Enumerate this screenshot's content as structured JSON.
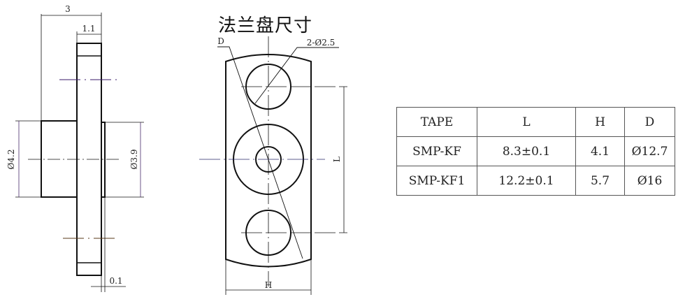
{
  "title": "法兰盘尺寸",
  "side_view": {
    "dim_length": "3",
    "dim_flange": "1.1",
    "dim_hub_left": "Ø4.2",
    "dim_hub_right": "Ø3.9",
    "dim_gap": "0.1"
  },
  "front_view": {
    "label_d": "D",
    "label_holes": "2-Ø2.5",
    "label_l": "L",
    "label_h": "H"
  },
  "table": {
    "headers": [
      "TAPE",
      "L",
      "H",
      "D"
    ],
    "rows": [
      [
        "SMP-KF",
        "8.3±0.1",
        "4.1",
        "Ø12.7"
      ],
      [
        "SMP-KF1",
        "12.2±0.1",
        "5.7",
        "Ø16"
      ]
    ]
  }
}
